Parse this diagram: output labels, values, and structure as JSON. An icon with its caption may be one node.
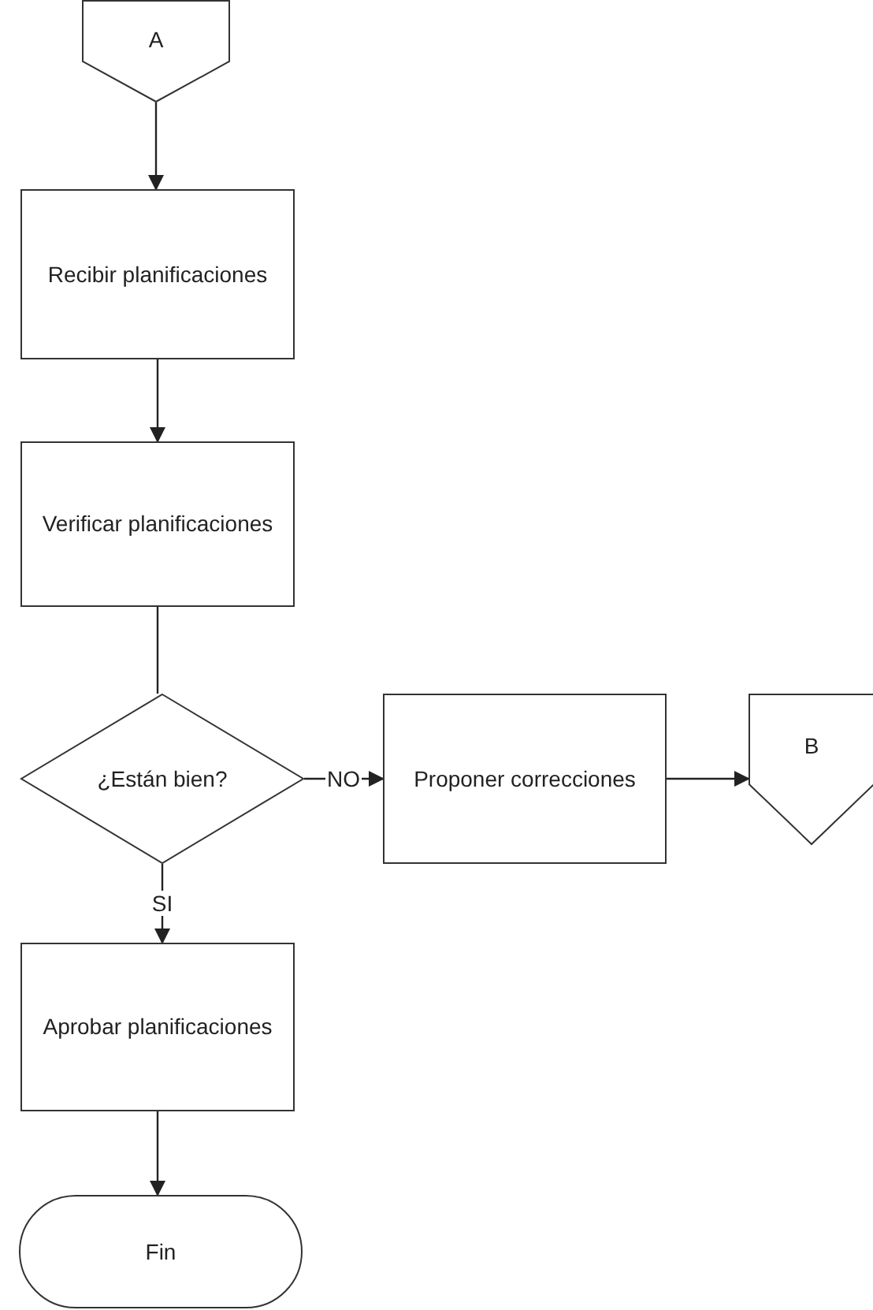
{
  "diagram": {
    "nodes": [
      {
        "text": [
          "A"
        ]
      },
      {
        "text": [
          "Recibir planificaciones"
        ]
      },
      {
        "text": [
          "Verificar planificaciones"
        ]
      },
      {
        "text": [
          "¿Están bien?"
        ]
      },
      {
        "text": [
          "Proponer correcciones"
        ]
      },
      {
        "text": [
          "B"
        ]
      },
      {
        "text": [
          "Aprobar planificaciones"
        ]
      },
      {
        "text": [
          "Fin"
        ]
      }
    ],
    "edges": [
      {
        "from": 0,
        "to": 1,
        "arrow": "to"
      },
      {
        "from": 1,
        "to": 2,
        "arrow": "to"
      },
      {
        "from": 2,
        "to": 3,
        "arrow": "none"
      },
      {
        "from": 3,
        "to": 4,
        "arrow": "to",
        "label": "NO"
      },
      {
        "from": 4,
        "to": 5,
        "arrow": "to"
      },
      {
        "from": 3,
        "to": 6,
        "arrow": "to",
        "label": "SI"
      },
      {
        "from": 6,
        "to": 7,
        "arrow": "to"
      }
    ]
  }
}
